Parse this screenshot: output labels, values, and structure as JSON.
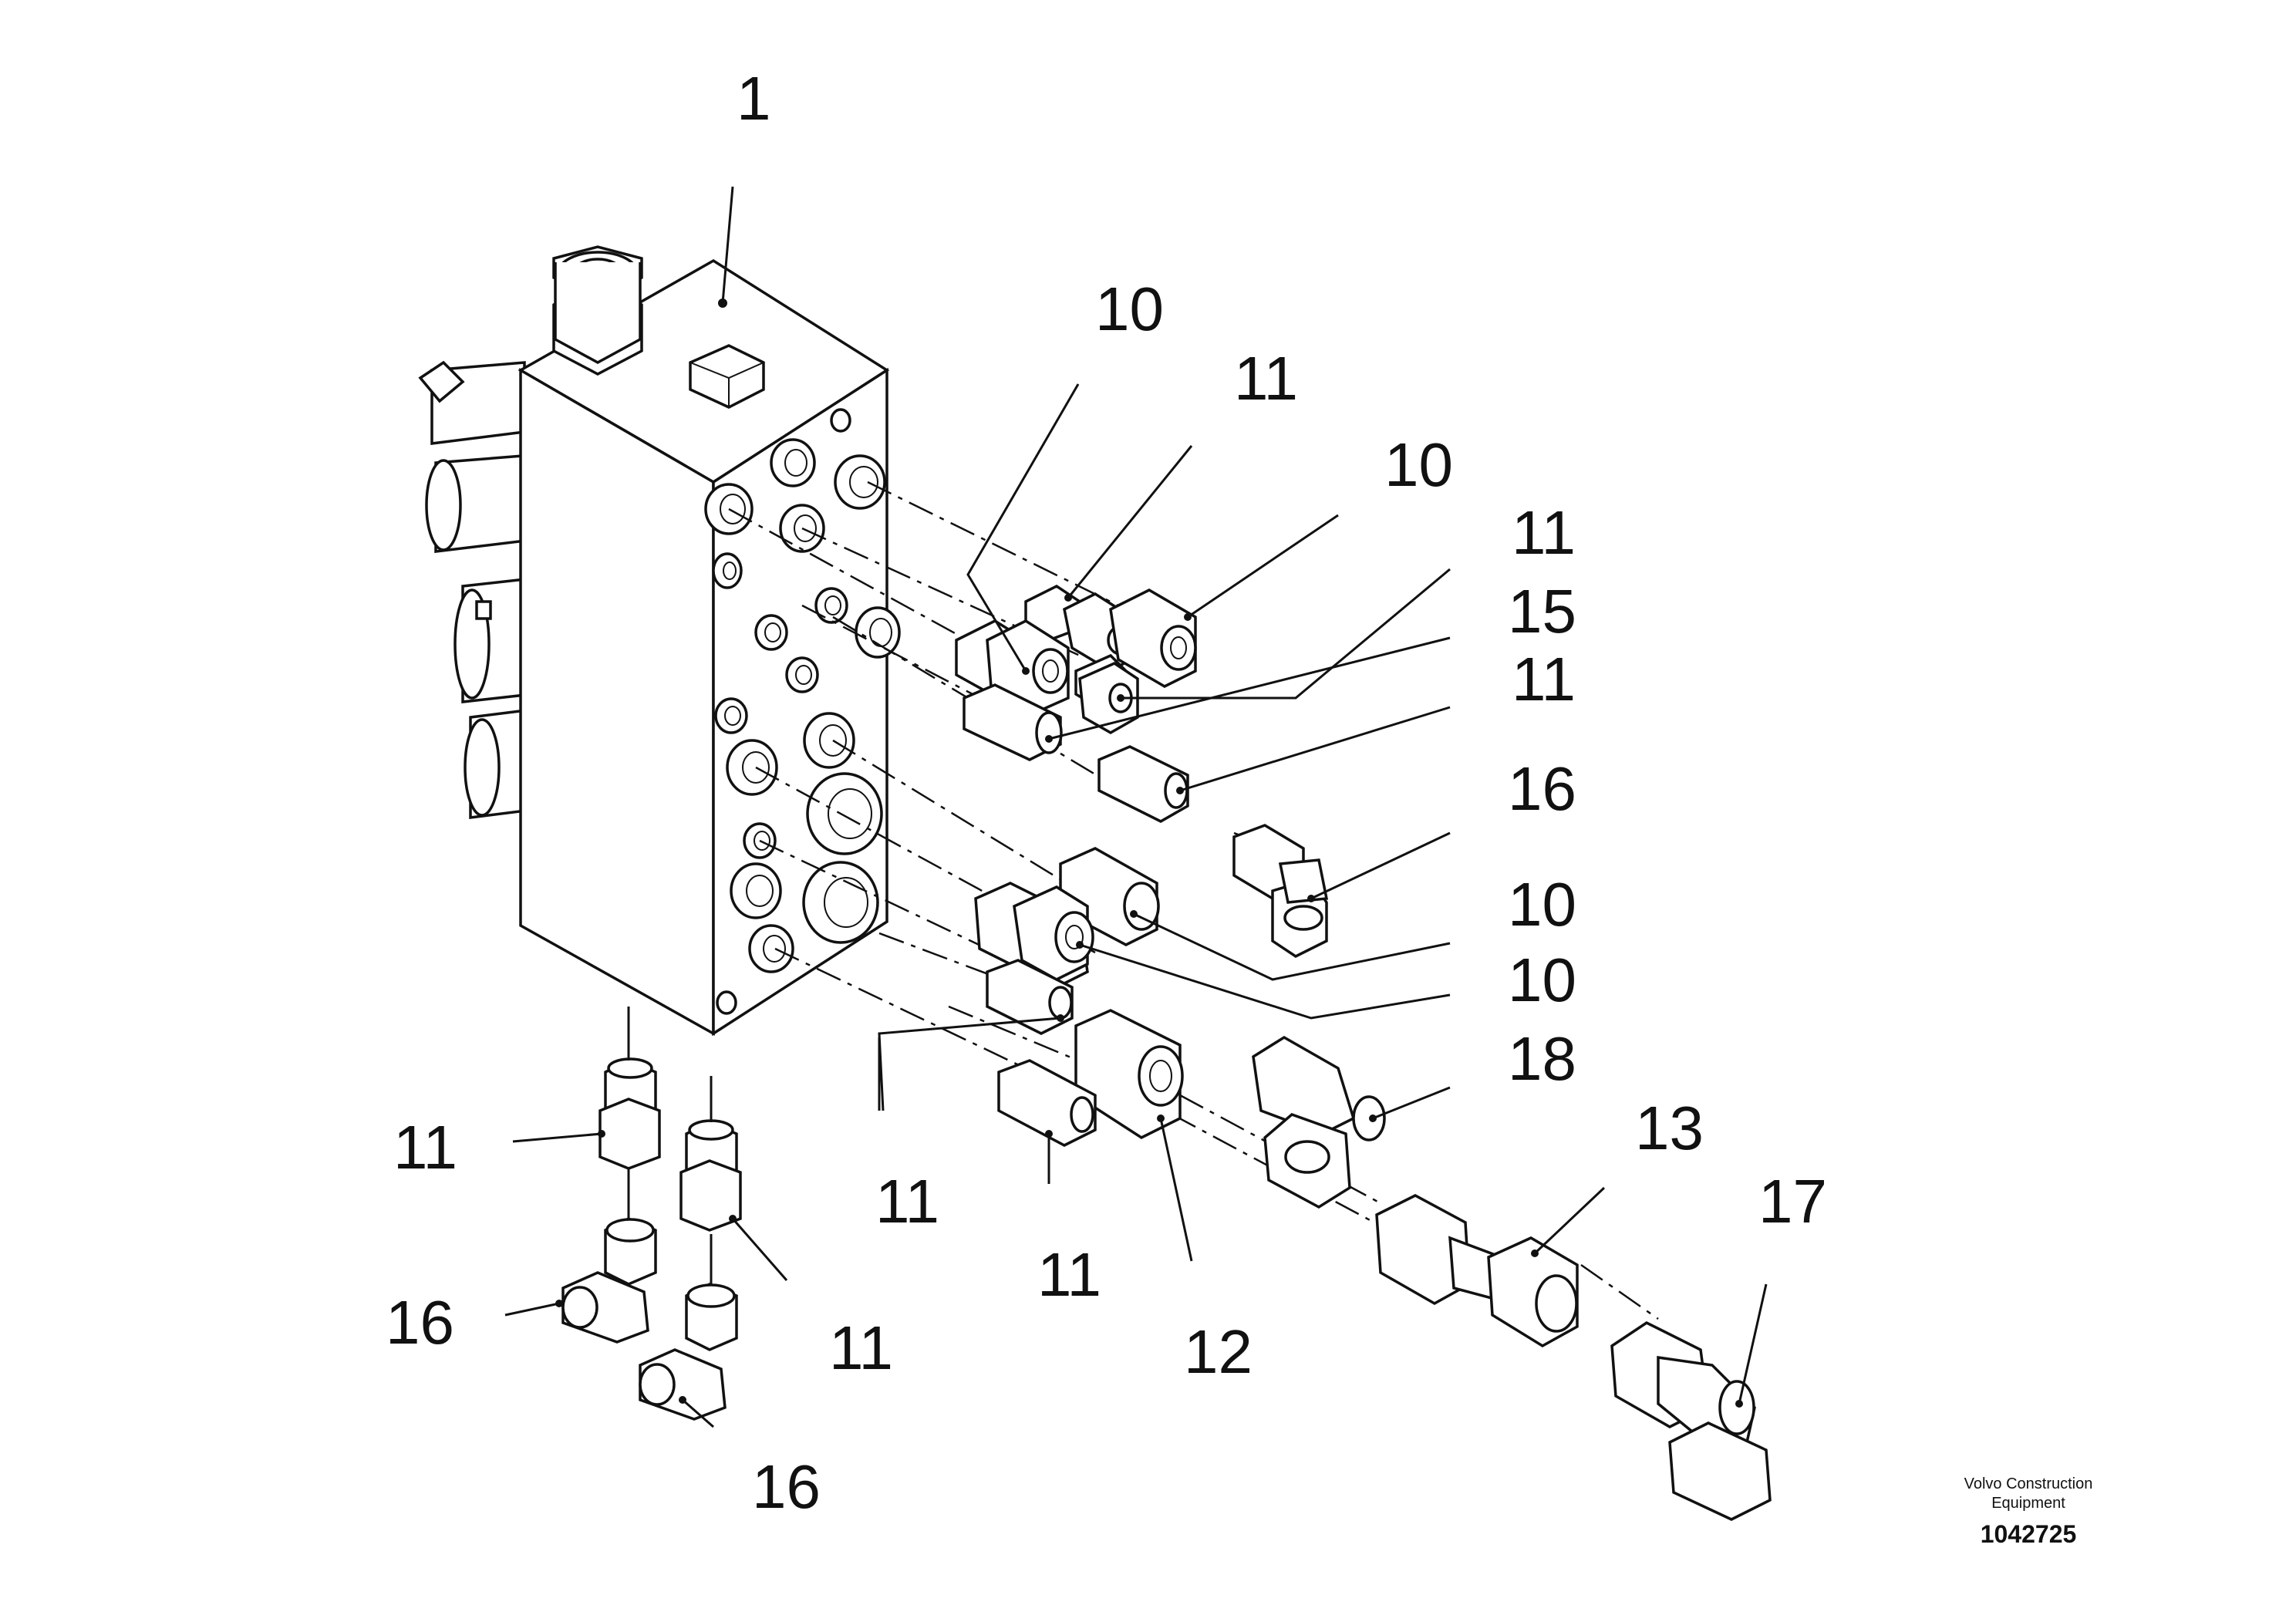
{
  "diagram": {
    "callouts": [
      "1",
      "10",
      "11",
      "10",
      "11",
      "15",
      "11",
      "16",
      "10",
      "10",
      "18",
      "13",
      "17",
      "11",
      "16",
      "11",
      "16",
      "11",
      "11",
      "12"
    ],
    "credit_line1": "Volvo Construction",
    "credit_line2": "Equipment",
    "doc_number": "1042725"
  }
}
